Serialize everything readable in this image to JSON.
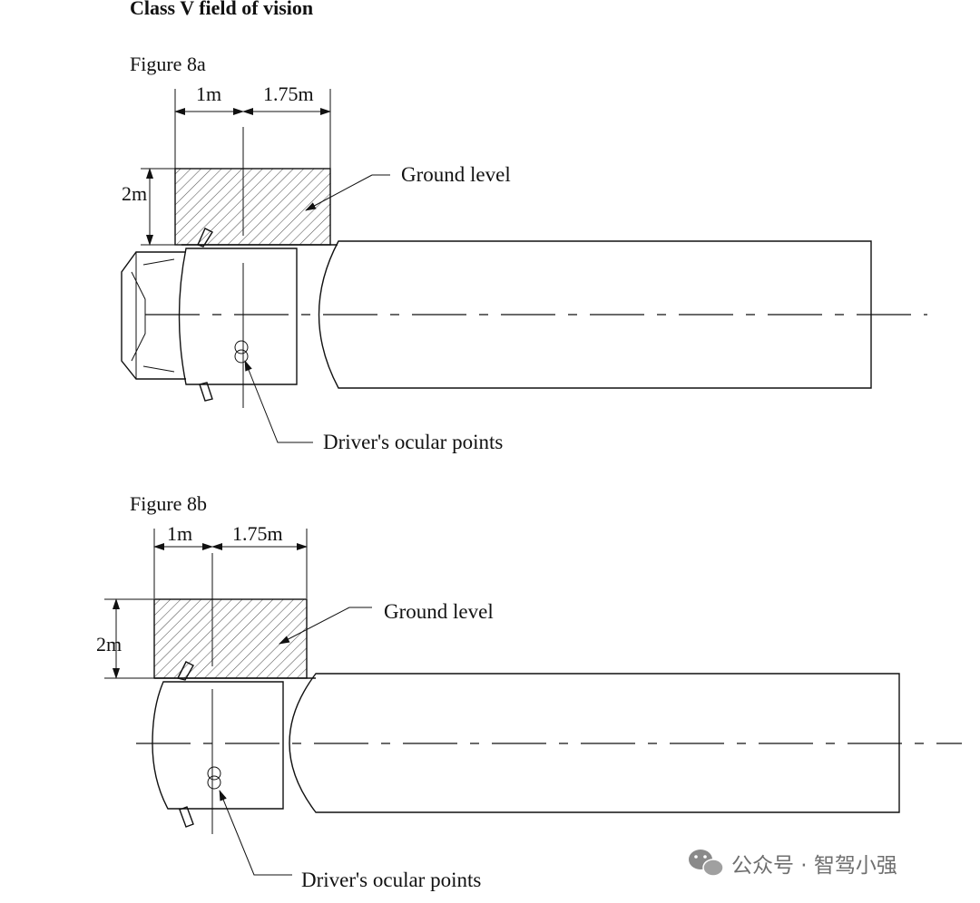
{
  "page": {
    "heading": "Class V field of vision"
  },
  "figures": [
    {
      "title": "Figure 8a",
      "dim_left": "1m",
      "dim_right": "1.75m",
      "dim_height": "2m",
      "ground_label": "Ground level",
      "ocular_label": "Driver's ocular  points"
    },
    {
      "title": "Figure 8b",
      "dim_left": "1m",
      "dim_right": "1.75m",
      "dim_height": "2m",
      "ground_label": "Ground level",
      "ocular_label": "Driver's ocular points"
    }
  ],
  "watermark": {
    "icon": "wechat-icon",
    "text": "公众号 · 智驾小强"
  }
}
